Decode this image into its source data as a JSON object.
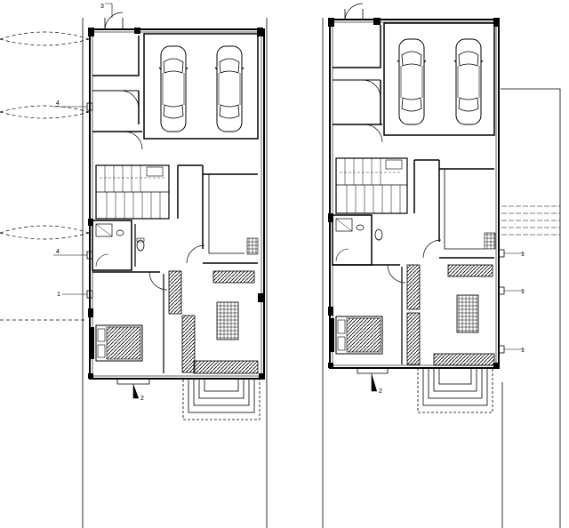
{
  "drawing": {
    "type": "architectural floor plan",
    "plans": [
      {
        "name": "left-plan",
        "section_markers": [
          "3",
          "4",
          "4",
          "1",
          "2"
        ],
        "rooms": [
          "garage",
          "stair",
          "bathroom",
          "kitchen",
          "bedroom",
          "living-room"
        ],
        "vehicles": 2
      },
      {
        "name": "right-plan",
        "section_markers": [
          "1",
          "1",
          "1",
          "2"
        ],
        "rooms": [
          "garage",
          "stair",
          "bathroom",
          "kitchen",
          "bedroom",
          "living-room"
        ],
        "vehicles": 2
      }
    ]
  },
  "colors": {
    "line": "#000000",
    "background": "#ffffff"
  }
}
